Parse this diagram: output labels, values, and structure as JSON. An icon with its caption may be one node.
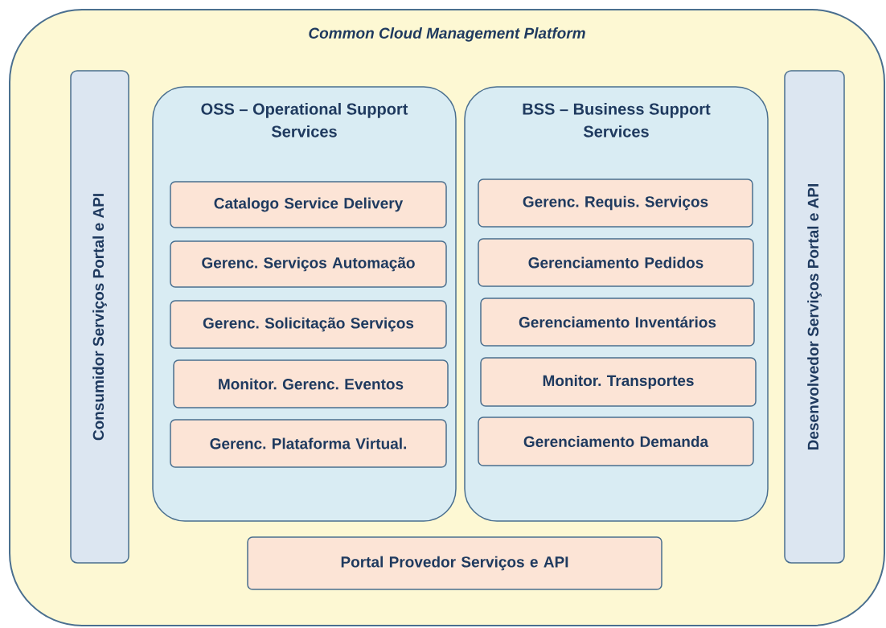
{
  "diagram": {
    "nodes": [
      {
        "text": [
          "Common Cloud Management Platform"
        ]
      },
      {
        "text": [
          "Consumidor Serviços Portal e API"
        ],
        "in": 0
      },
      {
        "text": [
          "OSS – Operational Support Services"
        ],
        "in": 0
      },
      {
        "text": [
          "Catalogo Service Delivery"
        ],
        "in": 2
      },
      {
        "text": [
          "Gerenc. Serviços Automação"
        ],
        "in": 2
      },
      {
        "text": [
          "Gerenc. Solicitação Serviços"
        ],
        "in": 2
      },
      {
        "text": [
          "Monitor. Gerenc. Eventos"
        ],
        "in": 2
      },
      {
        "text": [
          "Gerenc. Plataforma Virtual."
        ],
        "in": 2
      },
      {
        "text": [
          "BSS – Business Support Services"
        ],
        "in": 0
      },
      {
        "text": [
          "Gerenc. Requis. Serviços"
        ],
        "in": 8
      },
      {
        "text": [
          "Gerenciamento Pedidos"
        ],
        "in": 8
      },
      {
        "text": [
          "Gerenciamento Inventários"
        ],
        "in": 8
      },
      {
        "text": [
          "Monitor. Transportes"
        ],
        "in": 8
      },
      {
        "text": [
          "Gerenciamento Demanda"
        ],
        "in": 8
      },
      {
        "text": [
          "Desenvolvedor Serviços Portal e API"
        ],
        "in": 0
      },
      {
        "text": [
          "Portal Provedor Serviços e API"
        ],
        "in": 0
      }
    ]
  }
}
